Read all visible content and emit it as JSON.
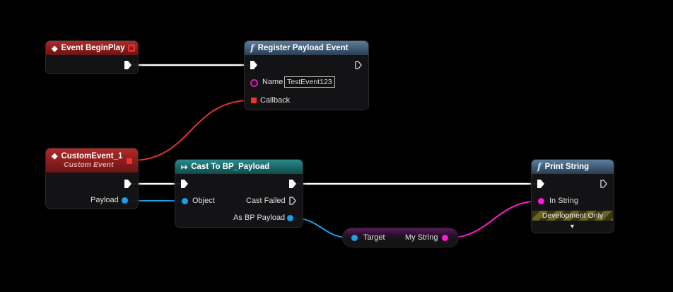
{
  "nodes": {
    "begin_play": {
      "title": "Event BeginPlay"
    },
    "register": {
      "title": "Register Payload Event",
      "name_label": "Name",
      "name_value": "TestEvent123",
      "callback_label": "Callback"
    },
    "custom_event": {
      "title": "CustomEvent_1",
      "subtitle": "Custom Event",
      "payload_label": "Payload"
    },
    "cast": {
      "title": "Cast To BP_Payload",
      "object_label": "Object",
      "cast_failed_label": "Cast Failed",
      "as_payload_label": "As BP Payload"
    },
    "print": {
      "title": "Print String",
      "in_string_label": "In String",
      "dev_only_label": "Development Only"
    },
    "getter": {
      "target_label": "Target",
      "my_string_label": "My String"
    }
  },
  "icons": {
    "event": "event-diamond-icon",
    "function": "function-f-icon",
    "cast": "cast-arrow-icon"
  },
  "colors": {
    "exec": "#ffffff",
    "delegate": "#e33333",
    "object": "#1aa0e6",
    "string": "#ff1ad2",
    "name": "#d61ab8"
  }
}
